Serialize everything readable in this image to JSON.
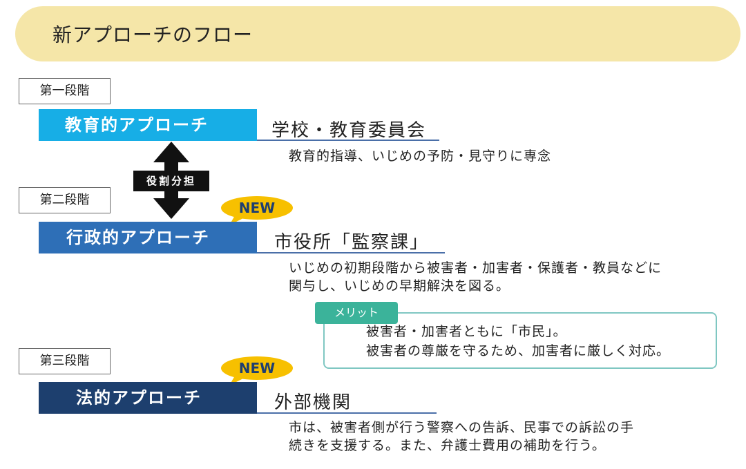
{
  "header": {
    "title": "新アプローチのフロー"
  },
  "stages": [
    {
      "stage": "第一段階",
      "approach": "教育的アプローチ",
      "organization": "学校・教育委員会",
      "description_lines": [
        "教育的指導、いじめの予防・見守りに専念"
      ],
      "color": "#17aee6",
      "is_new": false
    },
    {
      "stage": "第二段階",
      "approach": "行政的アプローチ",
      "organization": "市役所「監察課」",
      "description_lines": [
        "いじめの初期段階から被害者・加害者・保護者・教員などに",
        "関与し、いじめの早期解決を図る。"
      ],
      "color": "#2e6fb7",
      "is_new": true
    },
    {
      "stage": "第三段階",
      "approach": "法的アプローチ",
      "organization": "外部機関",
      "description_lines": [
        "市は、被害者側が行う警察への告訴、民事での訴訟の手",
        "続きを支援する。また、弁護士費用の補助を行う。"
      ],
      "color": "#1d3f6e",
      "is_new": true
    }
  ],
  "role_arrow_label": "役割分担",
  "new_badge": "NEW",
  "merit": {
    "tag": "メリット",
    "lines": [
      "被害者・加害者ともに「市民」。",
      "被害者の尊厳を守るため、加害者に厳しく対応。"
    ]
  },
  "colors": {
    "header_bg": "#f5e6a8",
    "new_badge": "#f7c000",
    "merit_accent": "#3bb39a",
    "underline": "#4a6fa8"
  }
}
